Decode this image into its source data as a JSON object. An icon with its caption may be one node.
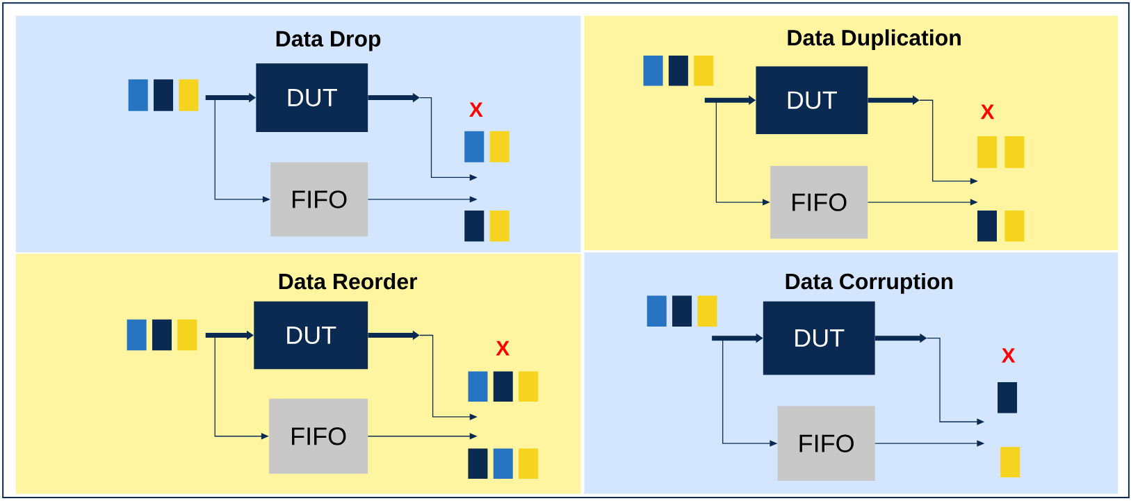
{
  "diagram": {
    "nodes": [
      {
        "text": [
          "Data Drop"
        ]
      },
      {
        "text": [],
        "shape": "box",
        "in": 0
      },
      {
        "text": [],
        "shape": "box",
        "in": 0
      },
      {
        "text": [],
        "shape": "box",
        "in": 0
      },
      {
        "text": [
          "DUT"
        ],
        "in": 0
      },
      {
        "text": [
          "FIFO"
        ],
        "in": 0
      },
      {
        "text": [],
        "shape": "box",
        "in": 0
      },
      {
        "text": [],
        "shape": "box",
        "in": 0
      },
      {
        "text": [],
        "shape": "box",
        "in": 0
      },
      {
        "text": [],
        "shape": "box",
        "in": 0
      },
      {
        "text": [
          "Data Duplication"
        ]
      },
      {
        "text": [],
        "shape": "box",
        "in": 10
      },
      {
        "text": [],
        "shape": "box",
        "in": 10
      },
      {
        "text": [],
        "shape": "box",
        "in": 10
      },
      {
        "text": [
          "DUT"
        ],
        "in": 10
      },
      {
        "text": [
          "FIFO"
        ],
        "in": 10
      },
      {
        "text": [],
        "shape": "box",
        "in": 10
      },
      {
        "text": [],
        "shape": "box",
        "in": 10
      },
      {
        "text": [],
        "shape": "box",
        "in": 10
      },
      {
        "text": [],
        "shape": "box",
        "in": 10
      },
      {
        "text": [
          "Data Reorder"
        ]
      },
      {
        "text": [],
        "shape": "box",
        "in": 20
      },
      {
        "text": [],
        "shape": "box",
        "in": 20
      },
      {
        "text": [],
        "shape": "box",
        "in": 20
      },
      {
        "text": [
          "DUT"
        ],
        "in": 20
      },
      {
        "text": [
          "FIFO"
        ],
        "in": 20
      },
      {
        "text": [],
        "shape": "box",
        "in": 20
      },
      {
        "text": [],
        "shape": "box",
        "in": 20
      },
      {
        "text": [],
        "shape": "box",
        "in": 20
      },
      {
        "text": [],
        "shape": "box",
        "in": 20
      },
      {
        "text": [],
        "shape": "box",
        "in": 20
      },
      {
        "text": [],
        "shape": "box",
        "in": 20
      },
      {
        "text": [
          "Data Corruption"
        ]
      },
      {
        "text": [],
        "shape": "box",
        "in": 32
      },
      {
        "text": [],
        "shape": "box",
        "in": 32
      },
      {
        "text": [],
        "shape": "box",
        "in": 32
      },
      {
        "text": [
          "DUT"
        ],
        "in": 32
      },
      {
        "text": [
          "FIFO"
        ],
        "in": 32
      },
      {
        "text": [],
        "shape": "box",
        "in": 32
      },
      {
        "text": [],
        "shape": "box",
        "in": 32
      }
    ],
    "edges": [
      {
        "from": 3,
        "to": 4,
        "arrow": "to",
        "style": "thick"
      },
      {
        "from": null,
        "to": 5,
        "arrow": "to"
      },
      {
        "from": 4,
        "to": 6,
        "arrow": "to"
      },
      {
        "from": 5,
        "to": 8,
        "arrow": "to"
      },
      {
        "from": null,
        "to": 14,
        "arrow": "to",
        "style": "thick"
      },
      {
        "from": null,
        "to": 15,
        "arrow": "to"
      },
      {
        "from": 14,
        "to": 16,
        "arrow": "to"
      },
      {
        "from": 15,
        "to": 18,
        "arrow": "to"
      },
      {
        "from": 23,
        "to": 24,
        "arrow": "to",
        "style": "thick"
      },
      {
        "from": null,
        "to": 25,
        "arrow": "to"
      },
      {
        "from": 24,
        "to": 26,
        "arrow": "to"
      },
      {
        "from": 25,
        "to": 29,
        "arrow": "to"
      },
      {
        "from": 35,
        "to": 36,
        "arrow": "to",
        "style": "thick"
      },
      {
        "from": 35,
        "to": 37,
        "arrow": "to"
      },
      {
        "from": 36,
        "to": null,
        "arrow": "to"
      },
      {
        "from": 37,
        "to": null,
        "arrow": "to"
      }
    ],
    "labels": [
      "X",
      "X",
      "X",
      "X"
    ]
  }
}
